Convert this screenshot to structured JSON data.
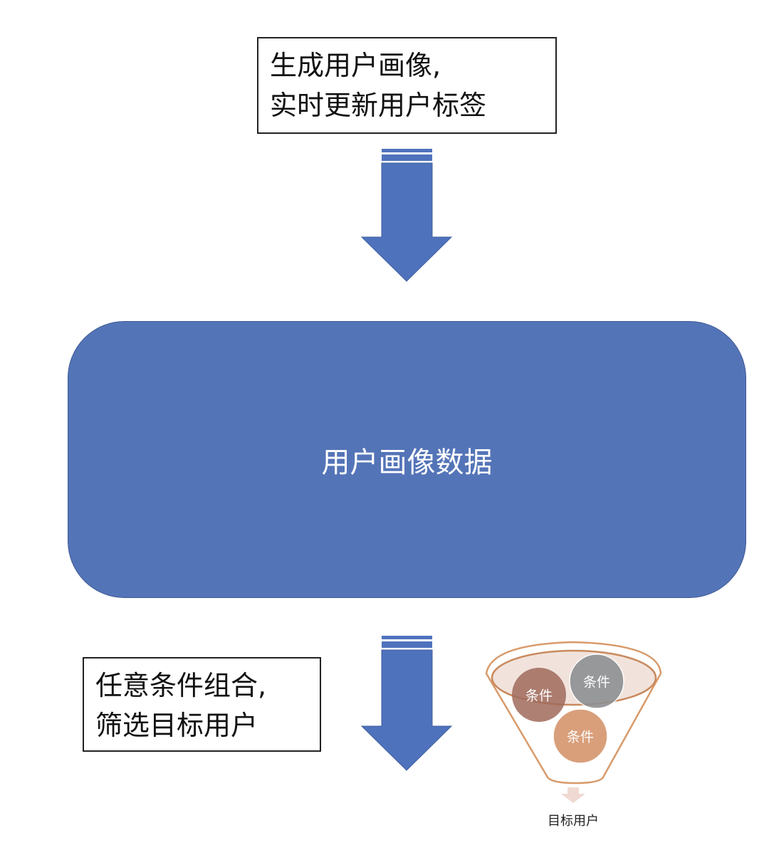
{
  "top_box": {
    "line1": "生成用户画像,",
    "line2": "实时更新用户标签"
  },
  "center_block": {
    "label": "用户画像数据"
  },
  "bottom_box": {
    "line1": "任意条件组合,",
    "line2": "筛选目标用户"
  },
  "funnel": {
    "conditions": [
      "条件",
      "条件",
      "条件"
    ],
    "output_label": "目标用户"
  },
  "colors": {
    "arrow": "#4f72bd",
    "block": "#5474b8",
    "funnel_outline": "#d89a6a"
  }
}
